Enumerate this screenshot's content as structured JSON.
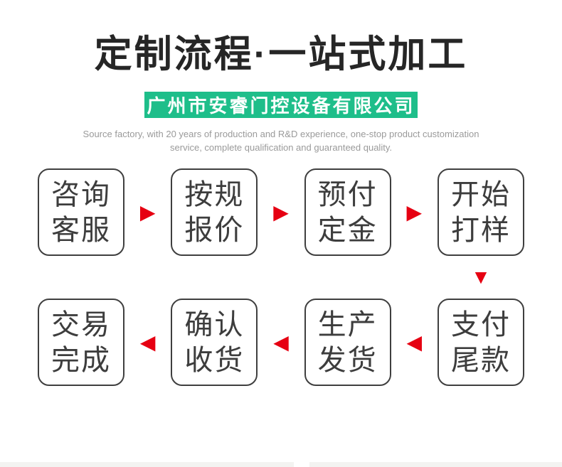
{
  "header": {
    "title": "定制流程·一站式加工",
    "company_banner": "广州市安睿门控设备有限公司",
    "subtitle_line1": "Source factory, with 20 years of production and R&D experience, one-stop product customization",
    "subtitle_line2": "service, complete qualification and guaranteed quality."
  },
  "flow": {
    "row1": [
      {
        "line1": "咨询",
        "line2": "客服"
      },
      {
        "line1": "按规",
        "line2": "报价"
      },
      {
        "line1": "预付",
        "line2": "定金"
      },
      {
        "line1": "开始",
        "line2": "打样"
      }
    ],
    "row2": [
      {
        "line1": "交易",
        "line2": "完成"
      },
      {
        "line1": "确认",
        "line2": "收货"
      },
      {
        "line1": "生产",
        "line2": "发货"
      },
      {
        "line1": "支付",
        "line2": "尾款"
      }
    ]
  },
  "icons": {
    "arrow_right": "▶",
    "arrow_left": "◀",
    "arrow_down": "▼"
  },
  "colors": {
    "banner_green": "#1ebe8a",
    "arrow_red": "#e60012",
    "title_black": "#262626",
    "subtitle_gray": "#9a9a9a"
  }
}
